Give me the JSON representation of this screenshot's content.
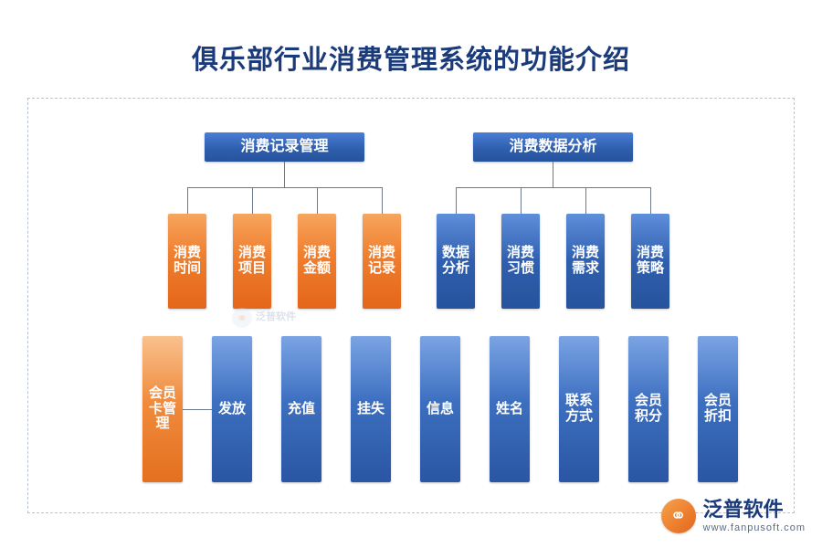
{
  "title": "俱乐部行业消费管理系统的功能介绍",
  "colors": {
    "title": "#1a3a7a",
    "blue": "#2f5fae",
    "orange": "#e4661a",
    "frame": "#b9c2d0"
  },
  "groups": [
    {
      "header": "消费记录管理",
      "children": [
        "消费时间",
        "消费项目",
        "消费金额",
        "消费记录"
      ]
    },
    {
      "header": "消费数据分析",
      "children": [
        "数据分析",
        "消费习惯",
        "消费需求",
        "消费策略"
      ]
    }
  ],
  "bottom_row": [
    {
      "label": "会员卡管理",
      "style": "orange"
    },
    {
      "label": "发放",
      "style": "blue"
    },
    {
      "label": "充值",
      "style": "blue"
    },
    {
      "label": "挂失",
      "style": "blue"
    },
    {
      "label": "信息",
      "style": "blue"
    },
    {
      "label": "姓名",
      "style": "blue"
    },
    {
      "label": "联系方式",
      "style": "blue"
    },
    {
      "label": "会员积分",
      "style": "blue"
    },
    {
      "label": "会员折扣",
      "style": "blue"
    }
  ],
  "watermark": {
    "icon": "fanpu-mark-icon",
    "line1": "泛普软件"
  },
  "logo": {
    "icon": "fanpu-logo-icon",
    "cn": "泛普软件",
    "en": "www.fanpusoft.com"
  }
}
